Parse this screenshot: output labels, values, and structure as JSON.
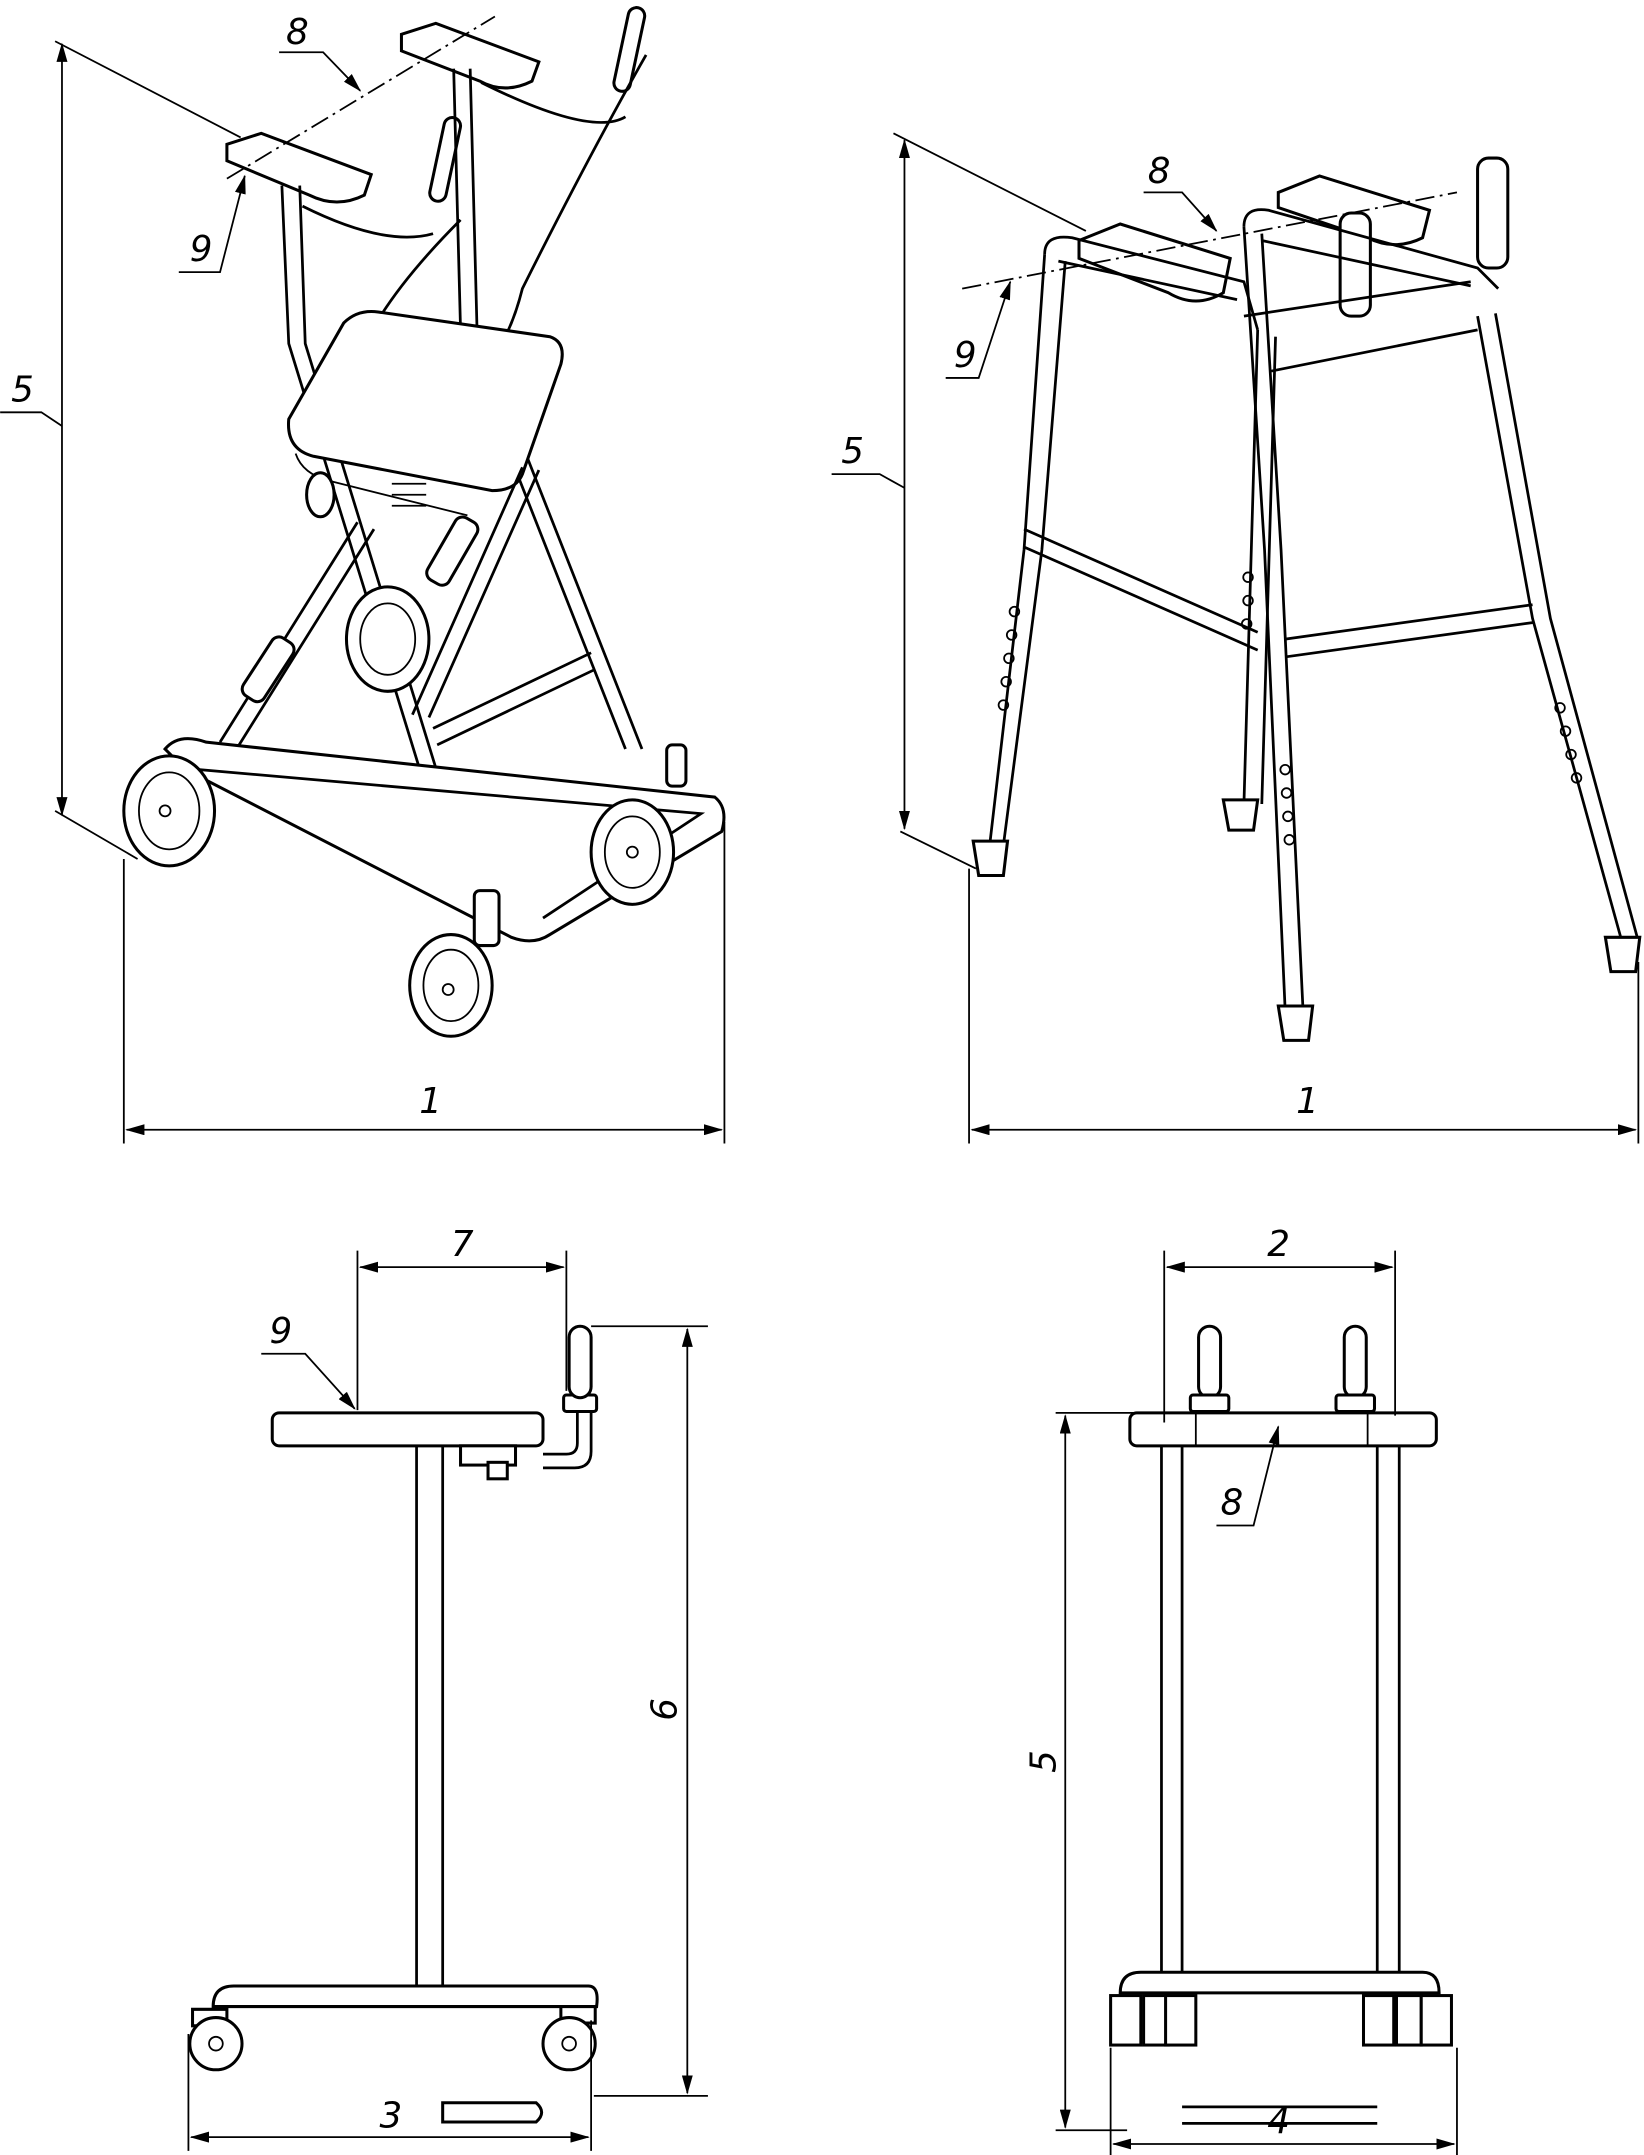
{
  "views": {
    "rollator_isometric": {
      "dim_width": "1",
      "dim_height": "5",
      "label_armrest_distance": "8",
      "label_armrest_height": "9"
    },
    "frame_walker_isometric": {
      "dim_width": "1",
      "dim_height": "5",
      "label_armrest_distance": "8",
      "label_armrest_height": "9"
    },
    "side_view": {
      "dim_armrest_length": "7",
      "label_armrest_height": "9",
      "dim_total_height": "6",
      "dim_base_length": "3"
    },
    "front_view": {
      "dim_grip_spacing": "2",
      "label_armrest_distance": "8",
      "dim_height": "5",
      "dim_base_width": "4"
    }
  }
}
